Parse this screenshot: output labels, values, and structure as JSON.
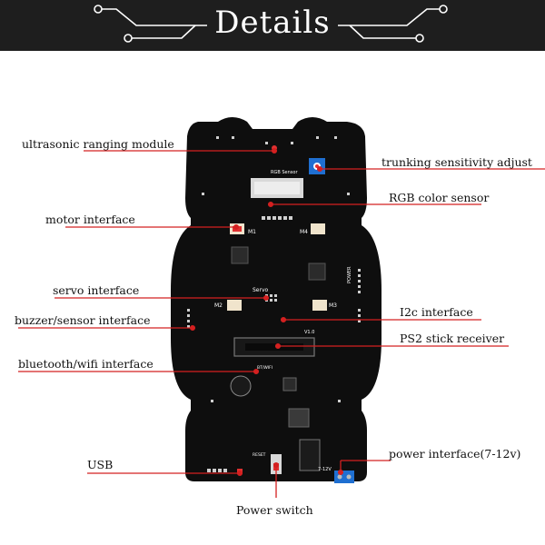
{
  "header": {
    "title": "Details"
  },
  "colors": {
    "banner": "#1e1e1e",
    "leader": "#d42020",
    "board": "#0e0e0e",
    "blue_part": "#1f6fd1"
  },
  "board": {
    "silkscreen": [
      "RGB Sensor",
      "M1",
      "M2",
      "M3",
      "M4",
      "Servo",
      "POWER",
      "RESET",
      "V1.0",
      "7-12V",
      "BT/WIFI"
    ]
  },
  "callouts": [
    {
      "id": "ultrasonic",
      "label": "ultrasonic ranging module"
    },
    {
      "id": "trunking",
      "label": "trunking sensitivity adjust"
    },
    {
      "id": "rgb",
      "label": "RGB color sensor"
    },
    {
      "id": "motor",
      "label": "motor interface"
    },
    {
      "id": "servo",
      "label": "servo interface"
    },
    {
      "id": "i2c",
      "label": "I2c interface"
    },
    {
      "id": "buzzer",
      "label": "buzzer/sensor interface"
    },
    {
      "id": "ps2",
      "label": "PS2 stick receiver"
    },
    {
      "id": "bluetooth",
      "label": "bluetooth/wifi interface"
    },
    {
      "id": "power-iface",
      "label": "power interface(7-12v)"
    },
    {
      "id": "usb",
      "label": "USB"
    },
    {
      "id": "power-switch",
      "label": "Power switch"
    }
  ]
}
